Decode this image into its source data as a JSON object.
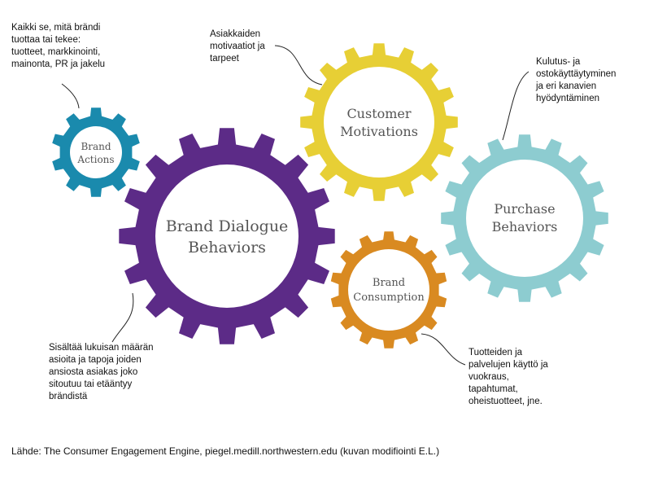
{
  "gears": [
    {
      "id": "brand-actions",
      "lines": [
        "Brand",
        "Actions"
      ],
      "color": "#1a8aad"
    },
    {
      "id": "brand-dialogue",
      "lines": [
        "Brand Dialogue",
        "Behaviors"
      ],
      "color": "#5c2b87"
    },
    {
      "id": "customer-motivations",
      "lines": [
        "Customer",
        "Motivations"
      ],
      "color": "#e7cf35"
    },
    {
      "id": "purchase-behaviors",
      "lines": [
        "Purchase",
        "Behaviors"
      ],
      "color": "#8dccd0"
    },
    {
      "id": "brand-consumption",
      "lines": [
        "Brand",
        "Consumption"
      ],
      "color": "#d98a21"
    }
  ],
  "notes": {
    "brand_actions": [
      "Kaikki se, mitä brändi",
      "tuottaa tai tekee:",
      "tuotteet, markkinointi,",
      "mainonta, PR ja jakelu"
    ],
    "customer_motivations": [
      "Asiakkaiden",
      "motivaatiot ja",
      "tarpeet"
    ],
    "purchase_behaviors": [
      "Kulutus- ja",
      "ostokäyttäytyminen",
      "ja eri kanavien",
      "hyödyntäminen"
    ],
    "brand_dialogue": [
      "Sisältää lukuisan määrän",
      "asioita ja tapoja joiden",
      "ansiosta asiakas joko",
      "sitoutuu tai etääntyy",
      "brändistä"
    ],
    "brand_consumption": [
      "Tuotteiden ja",
      "palvelujen käyttö ja",
      "vuokraus,",
      "tapahtumat,",
      "oheistuotteet, jne."
    ]
  },
  "source": "Lähde: The Consumer Engagement Engine, piegel.medill.northwestern.edu (kuvan modifiointi E.L.)"
}
